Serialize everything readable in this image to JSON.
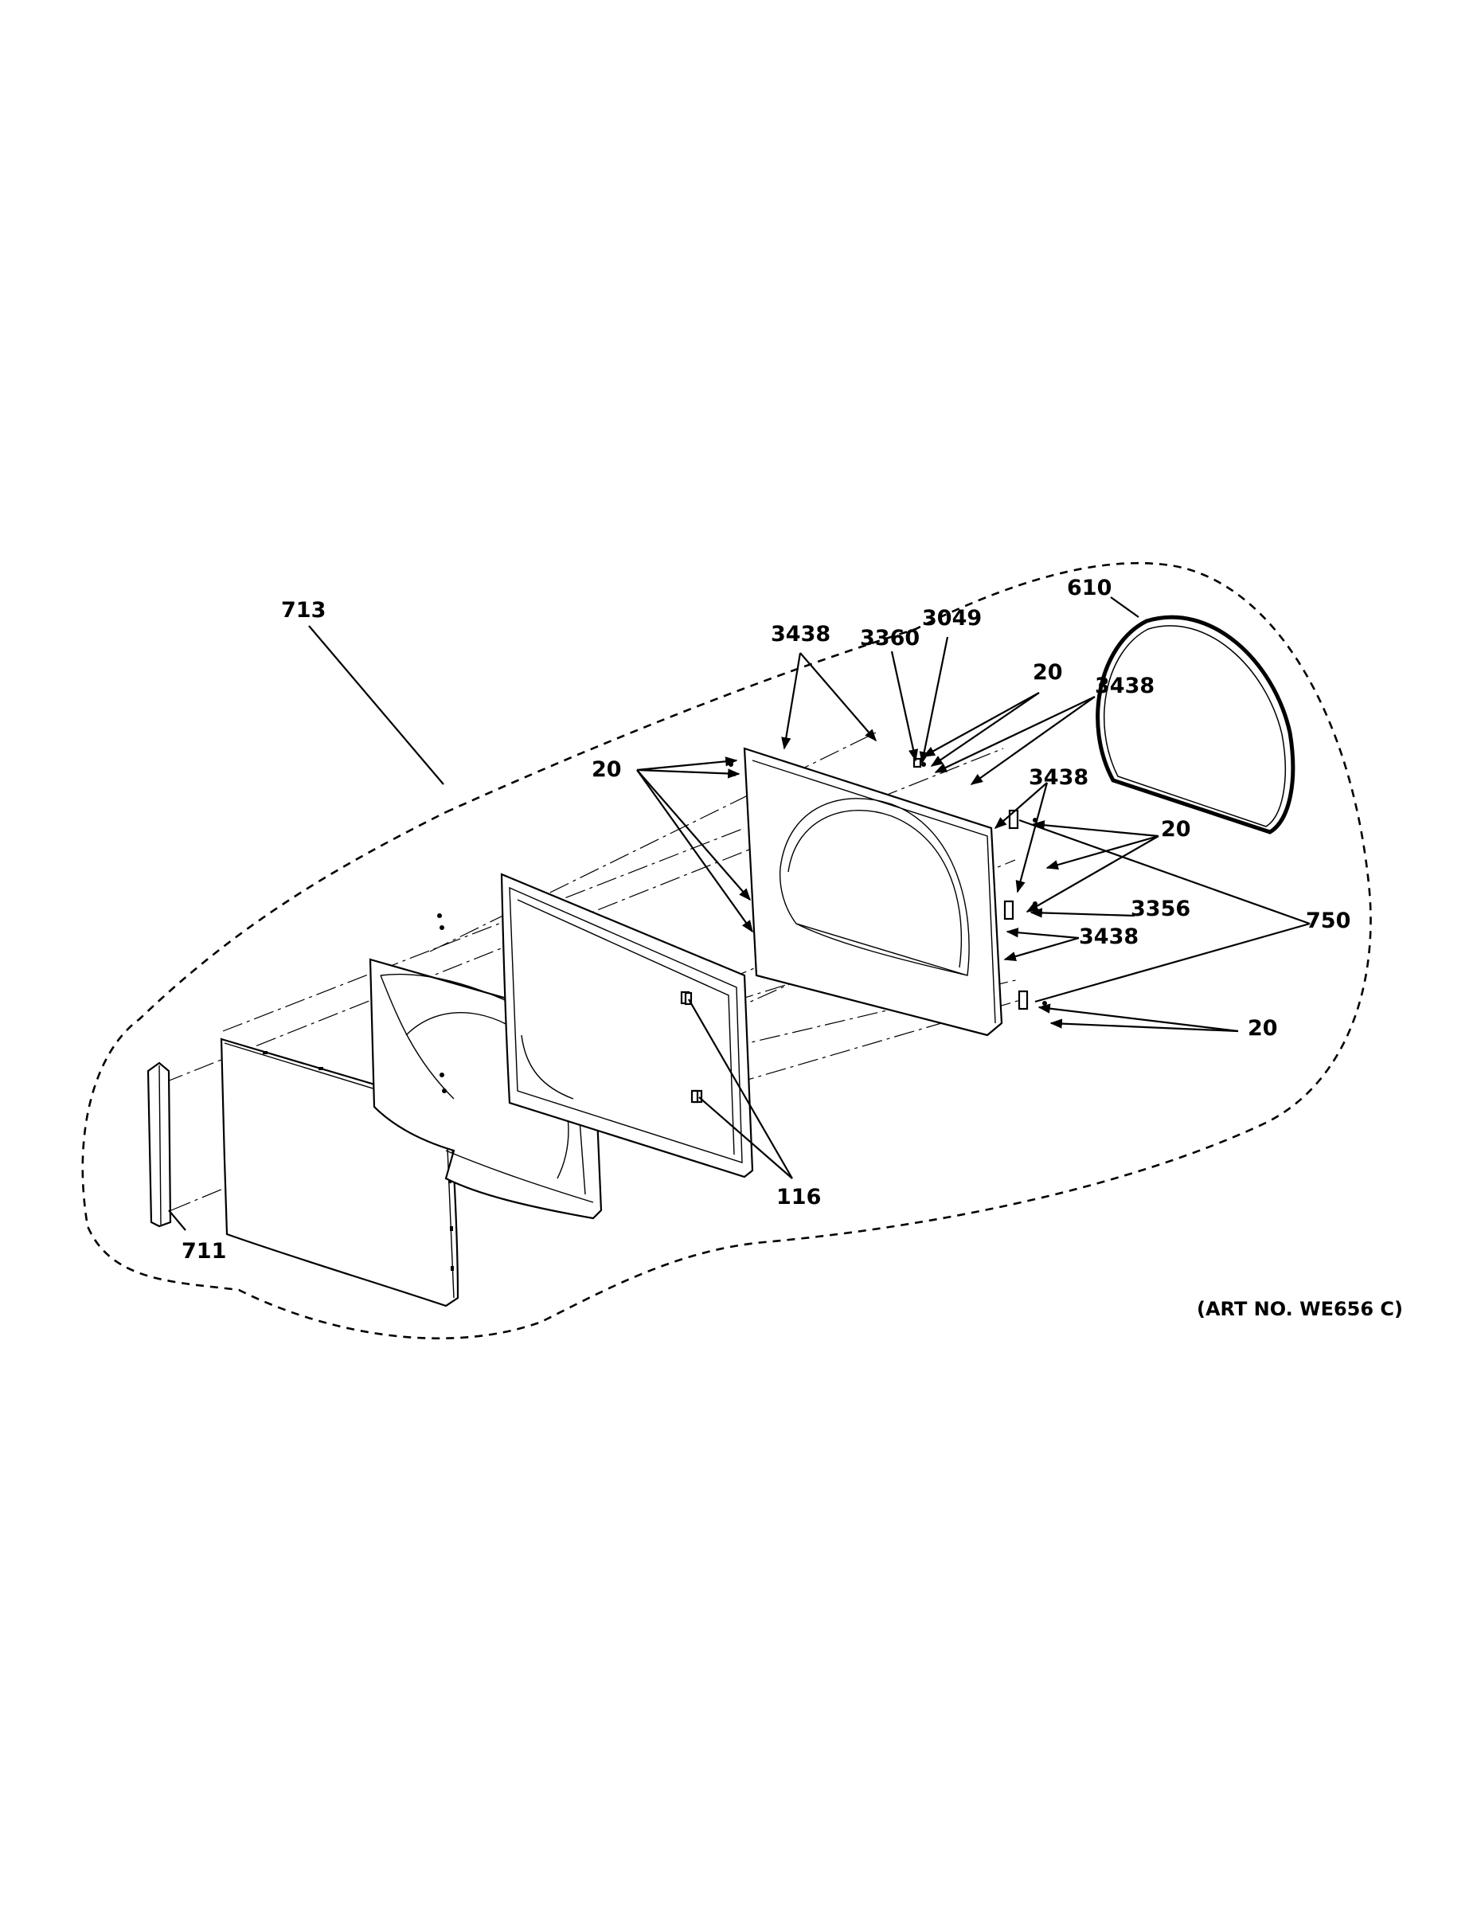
{
  "callouts": {
    "c713": "713",
    "c3438_top": "3438",
    "c3360": "3360",
    "c3049": "3049",
    "c610": "610",
    "c20_upper_right": "20",
    "c3438_right_upper": "3438",
    "c20_left": "20",
    "c3438_mid_right": "3438",
    "c20_mid_right": "20",
    "c3356": "3356",
    "c750": "750",
    "c3438_lower_right": "3438",
    "c20_lower_right": "20",
    "c116": "116",
    "c711": "711"
  },
  "art_number": "(ART NO. WE656 C)"
}
